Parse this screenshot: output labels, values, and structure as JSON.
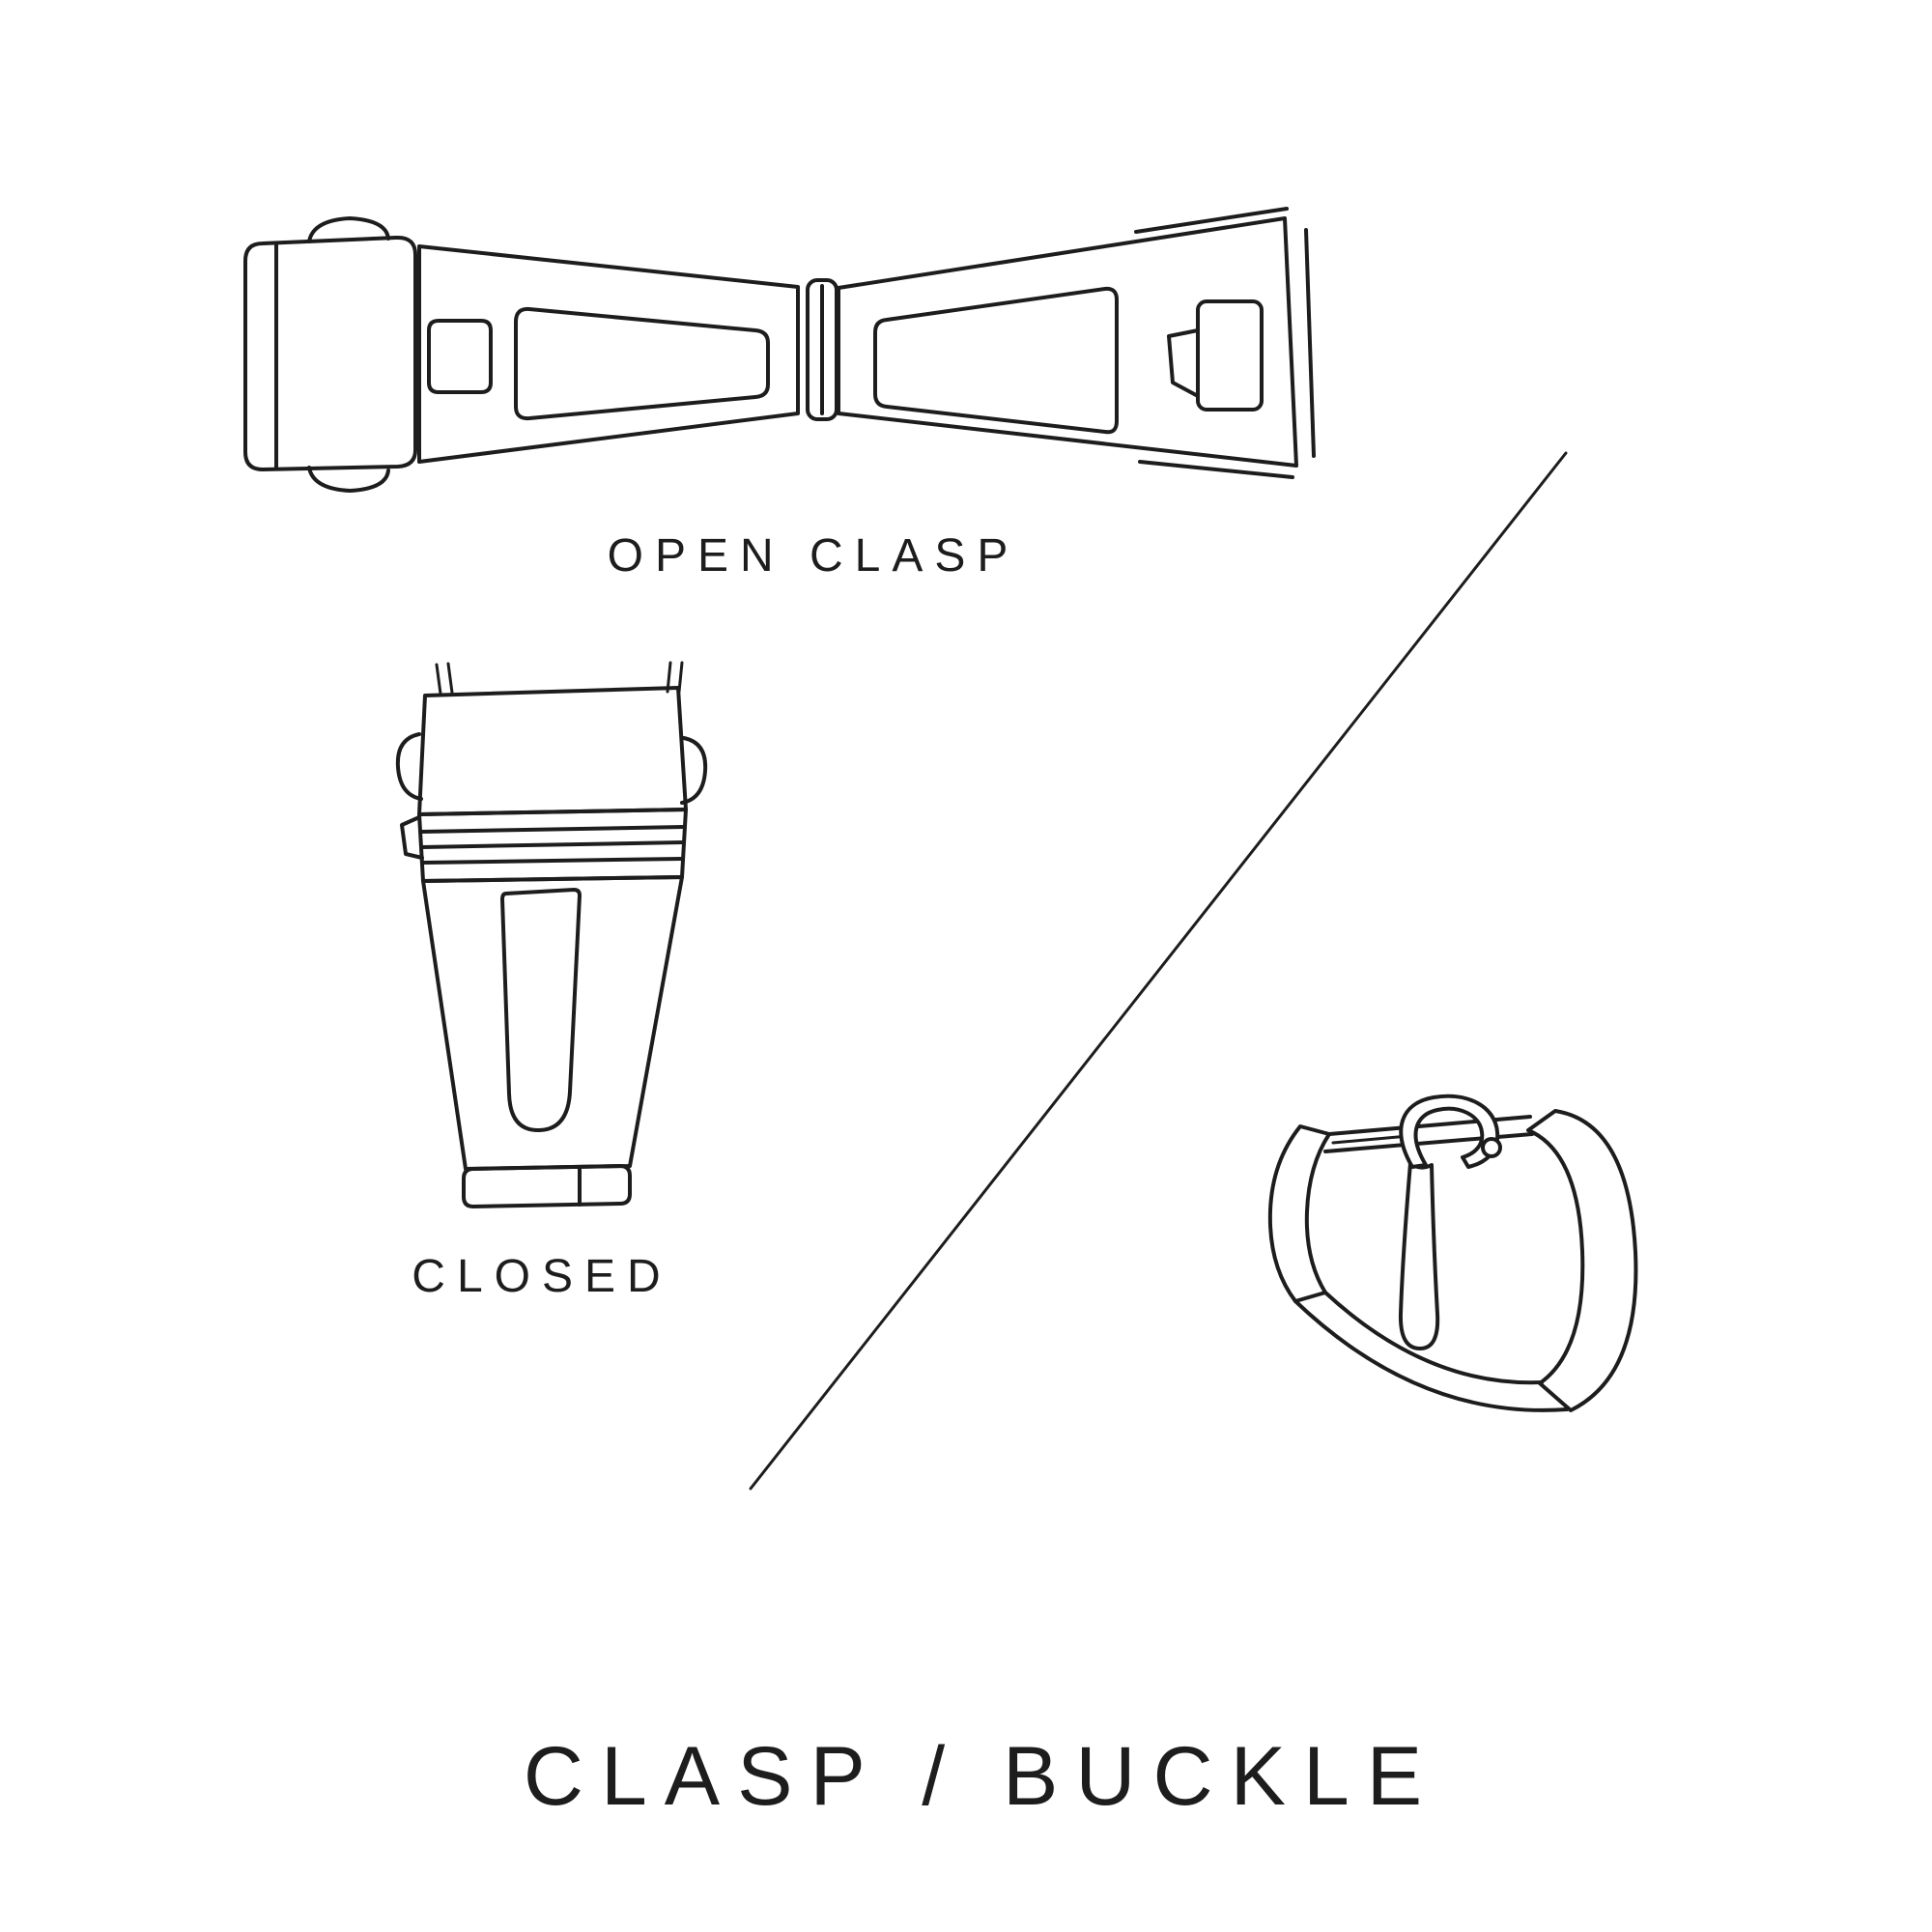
{
  "canvas": {
    "background": "#ffffff",
    "line_color": "#1d1d1d"
  },
  "labels": {
    "open_clasp": "OPEN CLASP",
    "closed": "CLOSED"
  },
  "title": "CLASP / BUCKLE",
  "illustrations": {
    "open_clasp": "open-deployant-clasp-line-art",
    "closed_clasp": "closed-deployant-clasp-line-art",
    "buckle": "pin-buckle-line-art",
    "divider": "diagonal-divider-line"
  }
}
